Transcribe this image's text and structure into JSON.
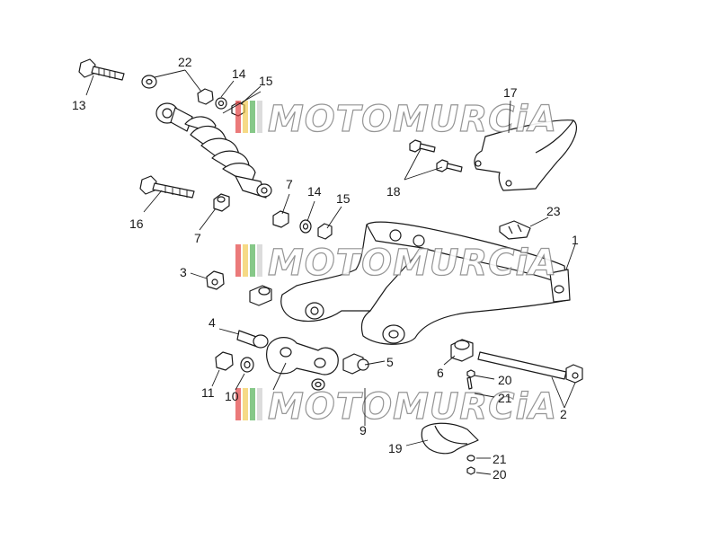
{
  "watermark": {
    "text": "MOTOMURCiA",
    "stripe_colors": [
      "#e23b3b",
      "#f2c94c",
      "#4caf50",
      "#cccccc"
    ]
  },
  "labels": [
    {
      "id": "13",
      "text": "13"
    },
    {
      "id": "22",
      "text": "22"
    },
    {
      "id": "14a",
      "text": "14"
    },
    {
      "id": "15a",
      "text": "15"
    },
    {
      "id": "17",
      "text": "17"
    },
    {
      "id": "18",
      "text": "18"
    },
    {
      "id": "16",
      "text": "16"
    },
    {
      "id": "7a",
      "text": "7"
    },
    {
      "id": "7b",
      "text": "7"
    },
    {
      "id": "14b",
      "text": "14"
    },
    {
      "id": "15b",
      "text": "15"
    },
    {
      "id": "23",
      "text": "23"
    },
    {
      "id": "1",
      "text": "1"
    },
    {
      "id": "3",
      "text": "3"
    },
    {
      "id": "4",
      "text": "4"
    },
    {
      "id": "5",
      "text": "5"
    },
    {
      "id": "6",
      "text": "6"
    },
    {
      "id": "20a",
      "text": "20"
    },
    {
      "id": "21a",
      "text": "21"
    },
    {
      "id": "2",
      "text": "2"
    },
    {
      "id": "11",
      "text": "11"
    },
    {
      "id": "10",
      "text": "10"
    },
    {
      "id": "9",
      "text": "9"
    },
    {
      "id": "19",
      "text": "19"
    },
    {
      "id": "21b",
      "text": "21"
    },
    {
      "id": "20b",
      "text": "20"
    }
  ]
}
